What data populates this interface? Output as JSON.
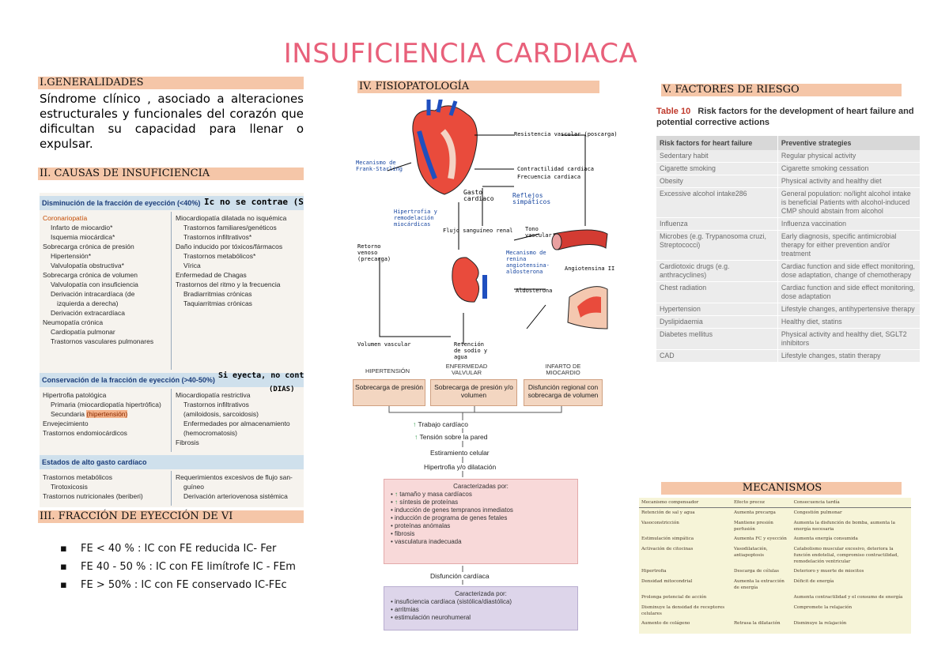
{
  "title": "INSUFICIENCIA CARDIACA",
  "sections": {
    "generalidades": {
      "heading": "I.GENERALIDADES",
      "text": "Síndrome clínico , asociado a alteraciones estructurales y funcionales del corazón que dificultan su capacidad para llenar o expulsar."
    },
    "causas": {
      "heading": "II. CAUSAS DE INSUFICIENCIA",
      "table": {
        "h1": "Disminución de la fracción de eyección (<40%)",
        "h1_note": "Ic no se contrae (St",
        "h1_left": [
          "Coronariopatía",
          "Infarto de miocardio*",
          "Isquemia miocárdica*",
          "Sobrecarga crónica de presión",
          "Hipertensión*",
          "Valvulopatía obstructiva*",
          "Sobrecarga crónica de volumen",
          "Valvulopatía con insuficiencia",
          "Derivación intracardíaca (de",
          "izquierda a derecha)",
          "Derivación extracardíaca",
          "Neumopatía crónica",
          "Cardiopatía pulmonar",
          "Trastornos vasculares pulmonares"
        ],
        "h1_right": [
          "Miocardiopatía dilatada no isquémica",
          "Trastornos familiares/genéticos",
          "Trastornos infiltrativos*",
          "Daño inducido por tóxicos/fármacos",
          "Trastornos metabólicos*",
          "Vírica",
          "Enfermedad de Chagas",
          "Trastornos del ritmo y la frecuencia",
          "Bradiarritmias crónicas",
          "Taquiarritmias crónicas"
        ],
        "h2": "Conservación de la fracción de eyección (>40-50%)",
        "h2_note": "Si eyecta, no contra",
        "h2_note2": "(DIAS)",
        "h2_left": [
          "Hipertrofia patológica",
          "Primaria (miocardiopatía hipertrófica)",
          "Secundaria",
          "(hipertensión)",
          "Envejecimiento",
          "Trastornos endomiocárdicos"
        ],
        "h2_right": [
          "Miocardiopatía restrictiva",
          "Trastornos infiltrativos",
          "(amiloidosis, sarcoidosis)",
          "Enfermedades por almacenamiento",
          "(hemocromatosis)",
          "Fibrosis"
        ],
        "h3": "Estados de alto gasto cardíaco",
        "h3_left": [
          "Trastornos metabólicos",
          "Tirotoxicosis",
          "Trastornos nutricionales (beriberi)"
        ],
        "h3_right": [
          "Requerimientos excesivos de flujo san-",
          "guíneo",
          "Derivación arteriovenosa sistémica"
        ]
      }
    },
    "fraccion": {
      "heading": "III. FRACCIÓN DE EYECCIÓN DE VI",
      "bullet_glyph": "▪",
      "items": [
        "FE < 40 % : IC con FE reducida IC- Fer",
        "FE 40 - 50 % : IC con FE limítrofe IC - FEm",
        "FE > 50% : IC con FE conservado IC-FEc"
      ]
    },
    "fisiopatologia": {
      "heading": "IV. FISIOPATOLOGÍA",
      "diagram_labels": {
        "resistencia": "Resistencia vascular (poscarga)",
        "frank": "Mecanismo de Frank-Starling",
        "contractilidad": "Contractilidad cardiaca",
        "frecuencia": "Frecuencia cardiaca",
        "gasto": "Gasto cardiaco",
        "reflejos": "Reflejos simpáticos",
        "hipertrofia": "Hipertrofia y remodelación miocárdicas",
        "flujo": "Flujo sanguíneo renal",
        "tono": "Tono vascular",
        "retorno": "Retorno venoso (precarga)",
        "renina": "Mecanismo de renina angiotensina-aldosterona",
        "angiotensina": "Angiotensina II",
        "aldosterona": "Aldosterona",
        "volumen": "Volumen vascular",
        "retencion": "Retención de sodio y agua"
      },
      "flow": {
        "top": [
          {
            "title": "HIPERTENSIÓN",
            "box": "Sobrecarga de presión"
          },
          {
            "title": "ENFERMEDAD VALVULAR",
            "box": "Sobrecarga de presión y/o volumen"
          },
          {
            "title": "INFARTO DE MIOCARDIO",
            "box": "Disfunción regional con sobrecarga de volumen"
          }
        ],
        "steps": [
          "Trabajo cardíaco",
          "Tensión sobre la pared",
          "Estiramiento celular",
          "Hipertrofia y/o dilatación"
        ],
        "box1_title": "Caracterizadas por:",
        "box1_items": [
          "tamaño y masa cardíacos",
          "síntesis de proteínas",
          "inducción de genes tempranos inmediatos",
          "inducción de programa de genes fetales",
          "proteínas anómalas",
          "fibrosis",
          "vasculatura inadecuada"
        ],
        "mid": "Disfunción cardíaca",
        "box2_title": "Caracterizada por:",
        "box2_items": [
          "insuficiencia cardíaca (sistólica/diastólica)",
          "arritmias",
          "estimulación neurohumeral"
        ]
      }
    },
    "riesgo": {
      "heading": "V. FACTORES DE RIESGO",
      "table_label": "Table 10",
      "table_title": "Risk factors for the development of heart failure and potential corrective actions",
      "col1": "Risk factors for heart failure",
      "col2": "Preventive strategies",
      "rows": [
        [
          "Sedentary habit",
          "Regular physical activity"
        ],
        [
          "Cigarette smoking",
          "Cigarette smoking cessation"
        ],
        [
          "Obesity",
          "Physical activity and healthy diet"
        ],
        [
          "Excessive alcohol intake286",
          "General population: no/light alcohol intake is beneficial Patients with alcohol-induced CMP should abstain from alcohol"
        ],
        [
          "Influenza",
          "Influenza vaccination"
        ],
        [
          "Microbes (e.g. Trypanosoma cruzi, Streptococci)",
          "Early diagnosis, specific antimicrobial therapy for either prevention and/or treatment"
        ],
        [
          "Cardiotoxic drugs (e.g. anthracyclines)",
          "Cardiac function and side effect monitoring, dose adaptation, change of chemotherapy"
        ],
        [
          "Chest radiation",
          "Cardiac function and side effect monitoring, dose adaptation"
        ],
        [
          "Hypertension",
          "Lifestyle changes, antihypertensive therapy"
        ],
        [
          "Dyslipidaemia",
          "Healthy diet, statins"
        ],
        [
          "Diabetes mellitus",
          "Physical activity and healthy diet, SGLT2 inhibitors"
        ],
        [
          "CAD",
          "Lifestyle changes, statin therapy"
        ]
      ]
    },
    "mecanismos": {
      "heading": "MECANISMOS",
      "cols": [
        "Mecanismo compensador",
        "Efecto precoz",
        "Consecuencia tardía"
      ],
      "rows": [
        [
          "Retención de sal y agua",
          "Aumenta precarga",
          "Congestión pulmonar"
        ],
        [
          "Vasoconstricción",
          "Mantiene presión perfusión",
          "Aumenta la disfunción de bomba, aumenta la energía necesaria"
        ],
        [
          "Estimulación simpática",
          "Aumenta FC y eyección",
          "Aumenta energía consumida"
        ],
        [
          "Activación de citocinas",
          "Vasodilatación, antiapoptosis",
          "Catabolismo muscular excesivo, deteriora la función endotelial, compromiso contractilidad, remodelación ventricular"
        ],
        [
          "Hipertrofia",
          "Descarga de células",
          "Deterioro y muerte de miocitos"
        ],
        [
          "Densidad mitocondrial",
          "Aumenta la extracción de energía",
          "Déficit de energía"
        ],
        [
          "Prolonga potencial de acción",
          "",
          "Aumenta contractilidad y el consumo de energía"
        ],
        [
          "Disminuye la densidad de receptores celulares",
          "",
          "Compromete la relajación"
        ],
        [
          "Aumento de colágeno",
          "Retrasa la dilatación",
          "Disminuye la relajación"
        ]
      ]
    }
  },
  "colors": {
    "title": "#e8607a",
    "band": "#f5c6a8"
  }
}
